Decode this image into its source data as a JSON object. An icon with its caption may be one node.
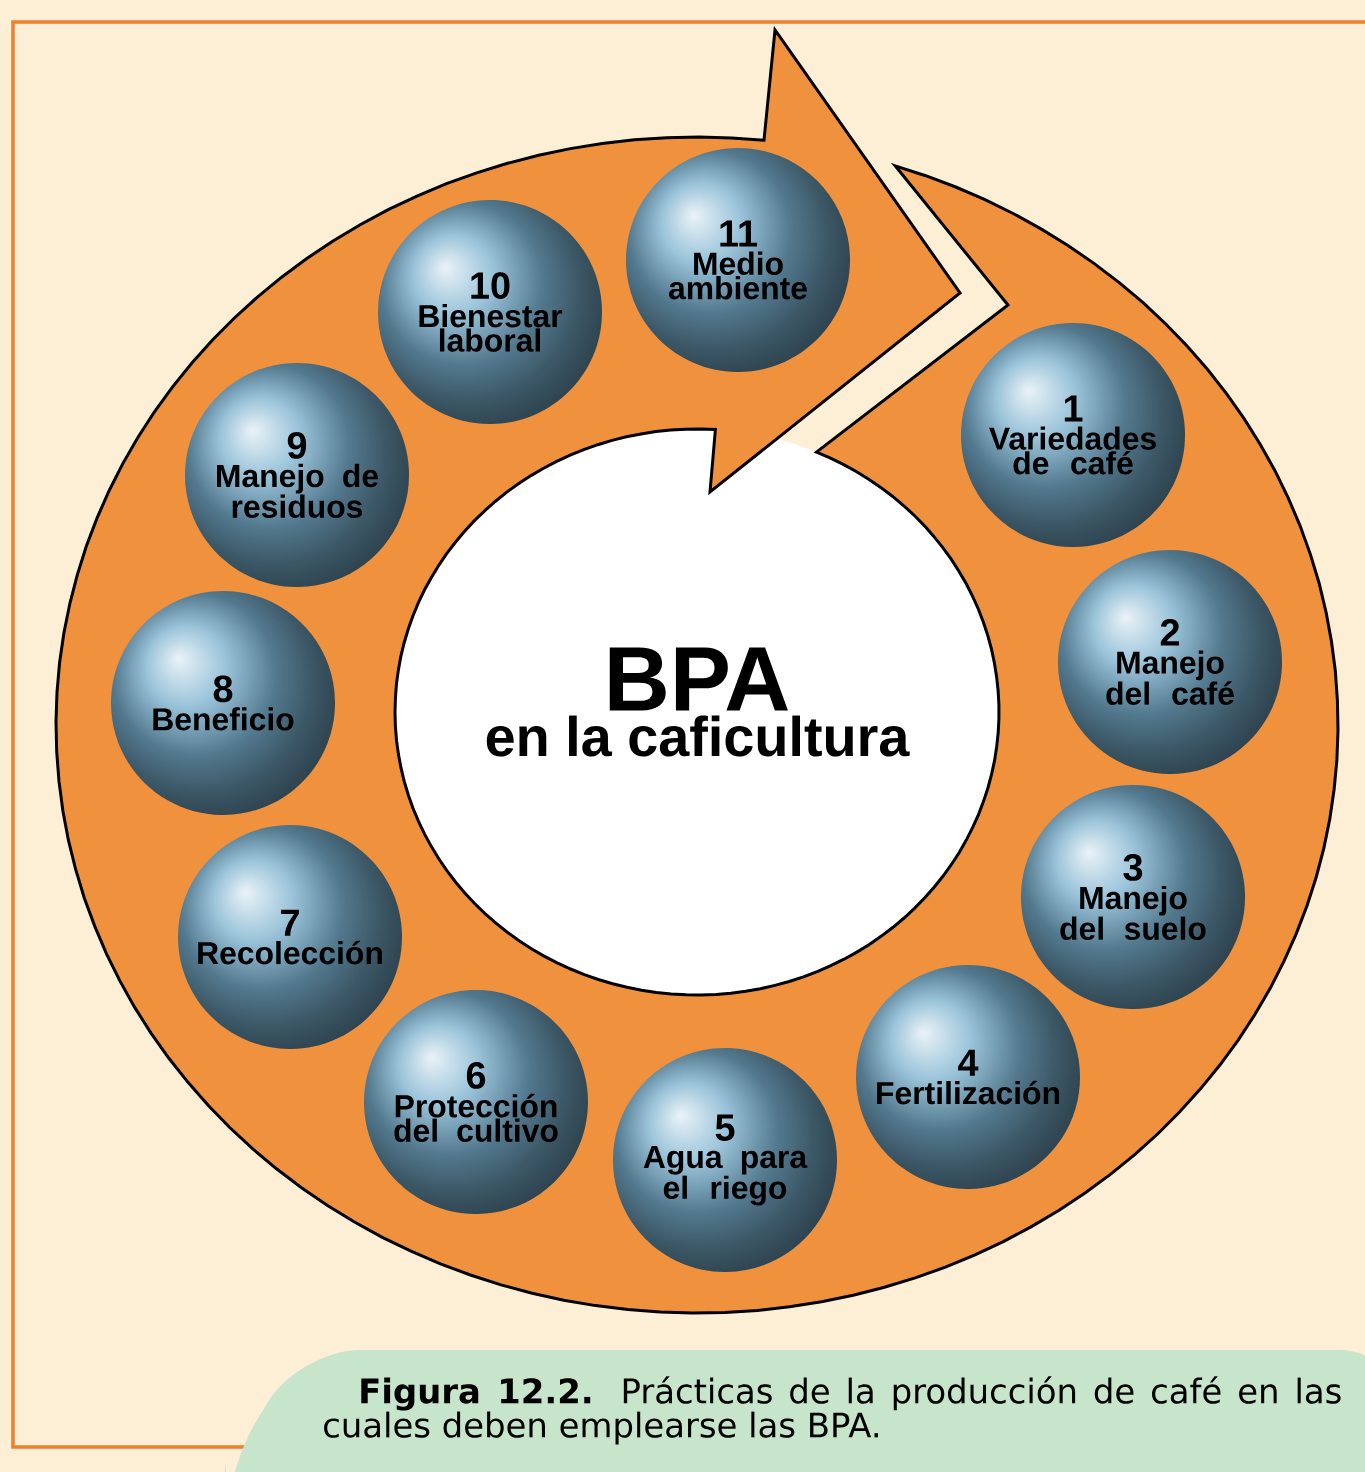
{
  "diagram": {
    "caption": "**Figura 12.2.** Prácticas de la producción de café en las cuales deben emplearse las BPA.",
    "nodes": [
      {
        "text": [
          "1",
          "Variedades de café"
        ]
      },
      {
        "text": [
          "2",
          "Manejo del café"
        ]
      },
      {
        "text": [
          "3",
          "Manejo del suelo"
        ]
      },
      {
        "text": [
          "4",
          "Fertilización"
        ]
      },
      {
        "text": [
          "5",
          "Agua para el riego"
        ]
      },
      {
        "text": [
          "6",
          "Protección del cultivo"
        ]
      },
      {
        "text": [
          "7",
          "Recolección"
        ]
      },
      {
        "text": [
          "8",
          "Beneficio"
        ]
      },
      {
        "text": [
          "9",
          "Manejo de residuos"
        ]
      },
      {
        "text": [
          "10",
          "Bienestar laboral"
        ]
      },
      {
        "text": [
          "11",
          "Medio ambiente"
        ]
      },
      {
        "text": [
          "BPA",
          "en la caficultura"
        ]
      }
    ]
  }
}
